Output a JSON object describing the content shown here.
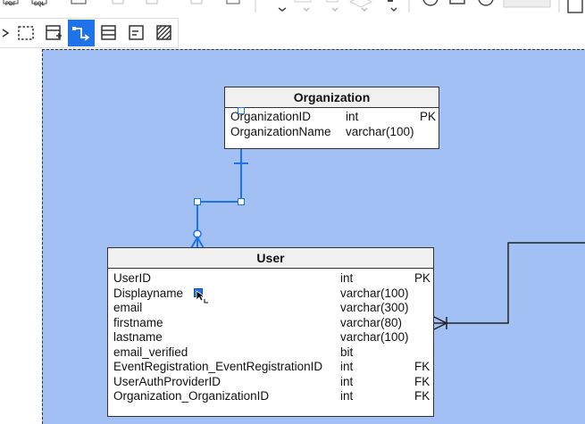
{
  "top_toolbar": {
    "format_labels": [
      "PDF",
      "SQL"
    ]
  },
  "tools": [
    {
      "name": "select",
      "icon": "arrow-select-icon",
      "active": false
    },
    {
      "name": "marquee",
      "icon": "marquee-select-icon",
      "active": false
    },
    {
      "name": "table",
      "icon": "add-table-icon",
      "active": false
    },
    {
      "name": "relationship",
      "icon": "orthogonal-connector-icon",
      "active": true
    },
    {
      "name": "row",
      "icon": "add-row-icon",
      "active": false
    },
    {
      "name": "note",
      "icon": "note-icon",
      "active": false
    },
    {
      "name": "hatch",
      "icon": "hatch-area-icon",
      "active": false
    }
  ],
  "colors": {
    "canvas": "#a3c0f5",
    "accent": "#1e73e8",
    "connector": "#1e73e8",
    "connector_dark": "#222222"
  },
  "organization_table": {
    "title": "Organization",
    "rows": [
      {
        "name": "OrganizationID",
        "type": "int",
        "key": "PK"
      },
      {
        "name": "OrganizationName",
        "type": "varchar(100)",
        "key": ""
      }
    ]
  },
  "user_table": {
    "title": "User",
    "rows": [
      {
        "name": "UserID",
        "type": "int",
        "key": "PK"
      },
      {
        "name": "Displayname",
        "type": "varchar(100)",
        "key": ""
      },
      {
        "name": "email",
        "type": "varchar(300)",
        "key": ""
      },
      {
        "name": "firstname",
        "type": "varchar(80)",
        "key": ""
      },
      {
        "name": "lastname",
        "type": "varchar(100)",
        "key": ""
      },
      {
        "name": "email_verified",
        "type": "bit",
        "key": ""
      },
      {
        "name": "EventRegistration_EventRegistrationID",
        "type": "int",
        "key": "FK"
      },
      {
        "name": "UserAuthProviderID",
        "type": "int",
        "key": "FK"
      },
      {
        "name": "Organization_OrganizationID",
        "type": "int",
        "key": "FK"
      }
    ]
  }
}
